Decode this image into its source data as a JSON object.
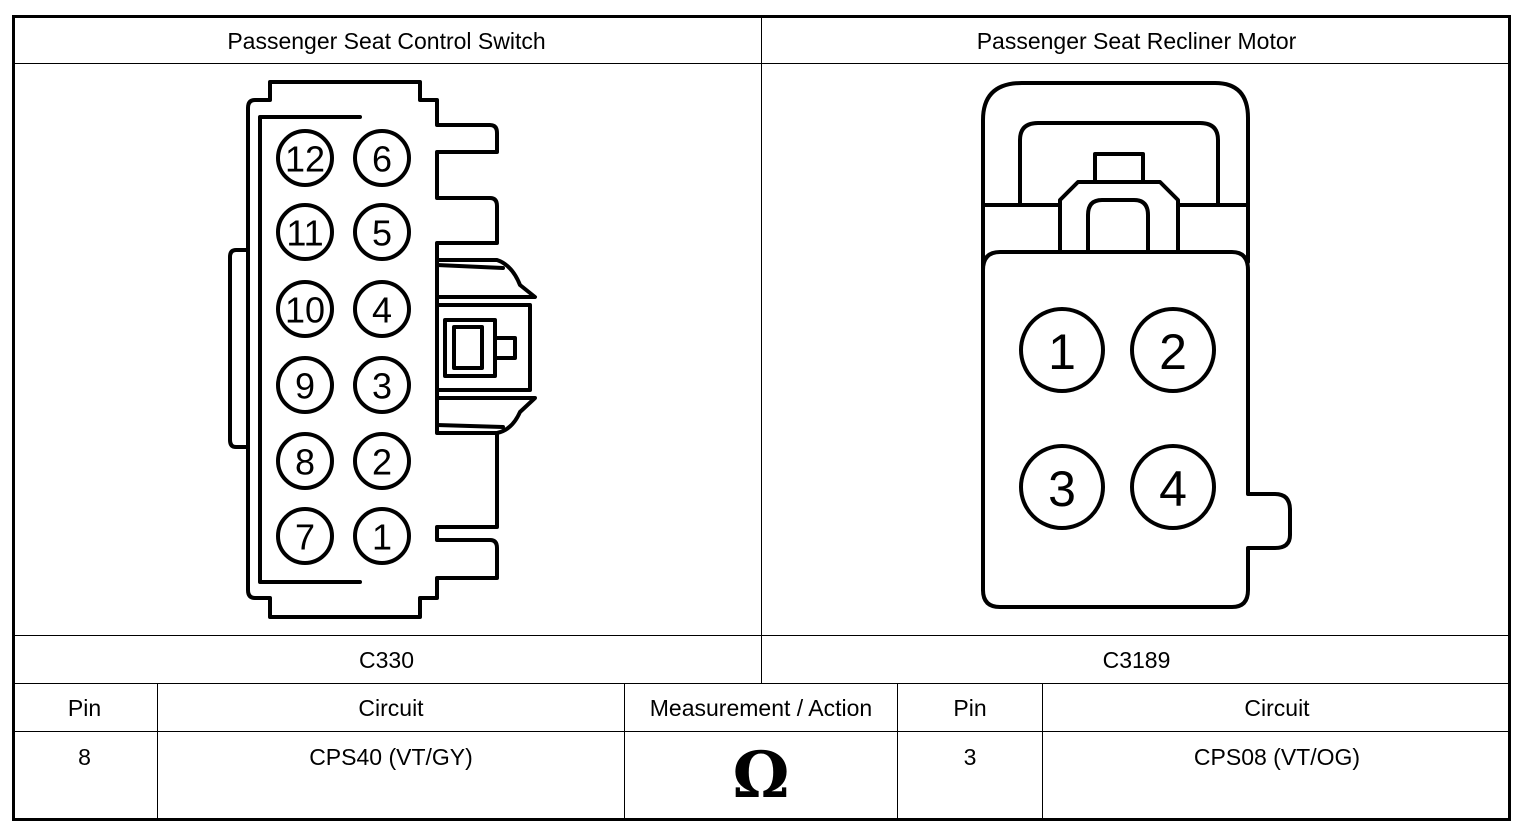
{
  "connectors": [
    {
      "title": "Passenger Seat Control Switch",
      "id": "C330",
      "pins": [
        "12",
        "6",
        "11",
        "5",
        "10",
        "4",
        "9",
        "3",
        "8",
        "2",
        "7",
        "1"
      ]
    },
    {
      "title": "Passenger Seat Recliner Motor",
      "id": "C3189",
      "pins": [
        "1",
        "2",
        "3",
        "4"
      ]
    }
  ],
  "table": {
    "headers": [
      "Pin",
      "Circuit",
      "Measurement / Action",
      "Pin",
      "Circuit"
    ],
    "row": {
      "pin_a": "8",
      "circuit_a": "CPS40 (VT/GY)",
      "action": "Ω",
      "action_icon": "ohm-symbol",
      "pin_b": "3",
      "circuit_b": "CPS08 (VT/OG)"
    }
  }
}
